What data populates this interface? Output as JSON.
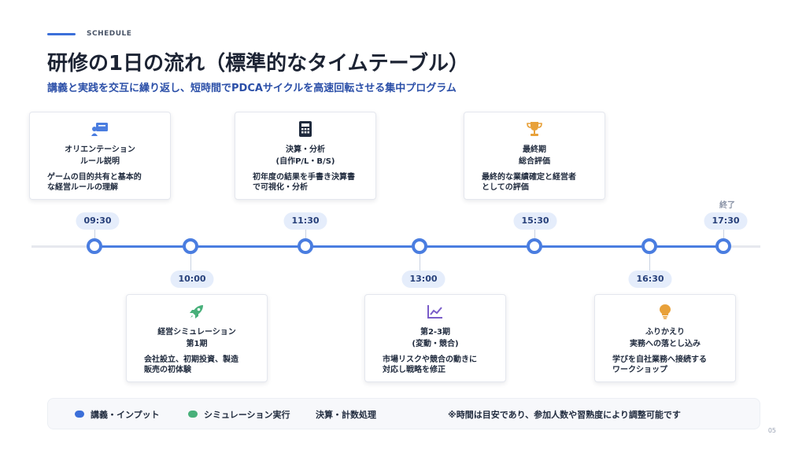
{
  "header": {
    "kicker": "SCHEDULE",
    "title": "研修の1日の流れ（標準的なタイムテーブル）",
    "subtitle": "講義と実践を交互に繰り返し、短時間でPDCAサイクルを高速回転させる集中プログラム"
  },
  "colors": {
    "accent": "#4a7de0",
    "lecture": "#3b6fd9",
    "simulation": "#48b07a"
  },
  "timeline": {
    "end_label": "終了",
    "times": [
      "09:30",
      "10:00",
      "11:30",
      "13:00",
      "15:30",
      "16:30",
      "17:30"
    ]
  },
  "cards": [
    {
      "icon": "presentation-icon",
      "line1": "オリエンテーション",
      "line2": "ルール説明",
      "desc1": "ゲームの目的共有と基本的",
      "desc2": "な経営ルールの理解"
    },
    {
      "icon": "rocket-icon",
      "line1": "経営シミュレーション",
      "line2": "第1期",
      "desc1": "会社設立、初期投資、製造",
      "desc2": "販売の初体験"
    },
    {
      "icon": "calculator-icon",
      "line1": "決算・分析",
      "line2": "(自作P/L・B/S)",
      "desc1": "初年度の結果を手書き決算書",
      "desc2": "で可視化・分析"
    },
    {
      "icon": "chart-line-icon",
      "line1": "第2-3期",
      "line2": "(変動・競合)",
      "desc1": "市場リスクや競合の動きに",
      "desc2": "対応し戦略を修正"
    },
    {
      "icon": "trophy-icon",
      "line1": "最終期",
      "line2": "総合評価",
      "desc1": "最終的な業績確定と経営者",
      "desc2": "としての評価"
    },
    {
      "icon": "lightbulb-icon",
      "line1": "ふりかえり",
      "line2": "実務への落とし込み",
      "desc1": "学びを自社業務へ接続する",
      "desc2": "ワークショップ"
    }
  ],
  "legend": {
    "lecture": "講義・インプット",
    "simulation": "シミュレーション実行",
    "accounting": "決算・計数処理",
    "note": "※時間は目安であり、参加人数や習熟度により調整可能です"
  },
  "page_number": "05"
}
